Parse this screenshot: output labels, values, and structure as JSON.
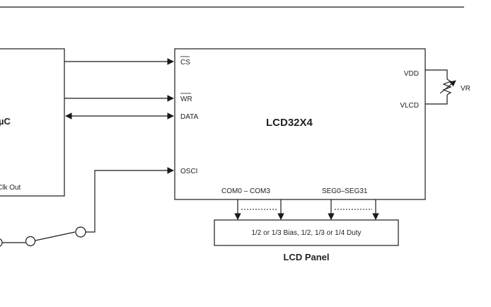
{
  "microcontroller": {
    "label": "µC",
    "clock_label": "Clk Out"
  },
  "chip": {
    "name": "LCD32X4",
    "pins_left": {
      "cs": "CS",
      "wr": "WR",
      "data": "DATA",
      "osci": "OSCI"
    },
    "pins_right": {
      "vdd": "VDD",
      "vlcd": "VLCD"
    },
    "bus_common": "COM0 – COM3",
    "bus_segment": "SEG0–SEG31"
  },
  "resistor": {
    "label": "VR"
  },
  "panel": {
    "drive_text": "1/2 or 1/3 Bias, 1/2, 1/3 or 1/4 Duty",
    "title": "LCD Panel"
  }
}
